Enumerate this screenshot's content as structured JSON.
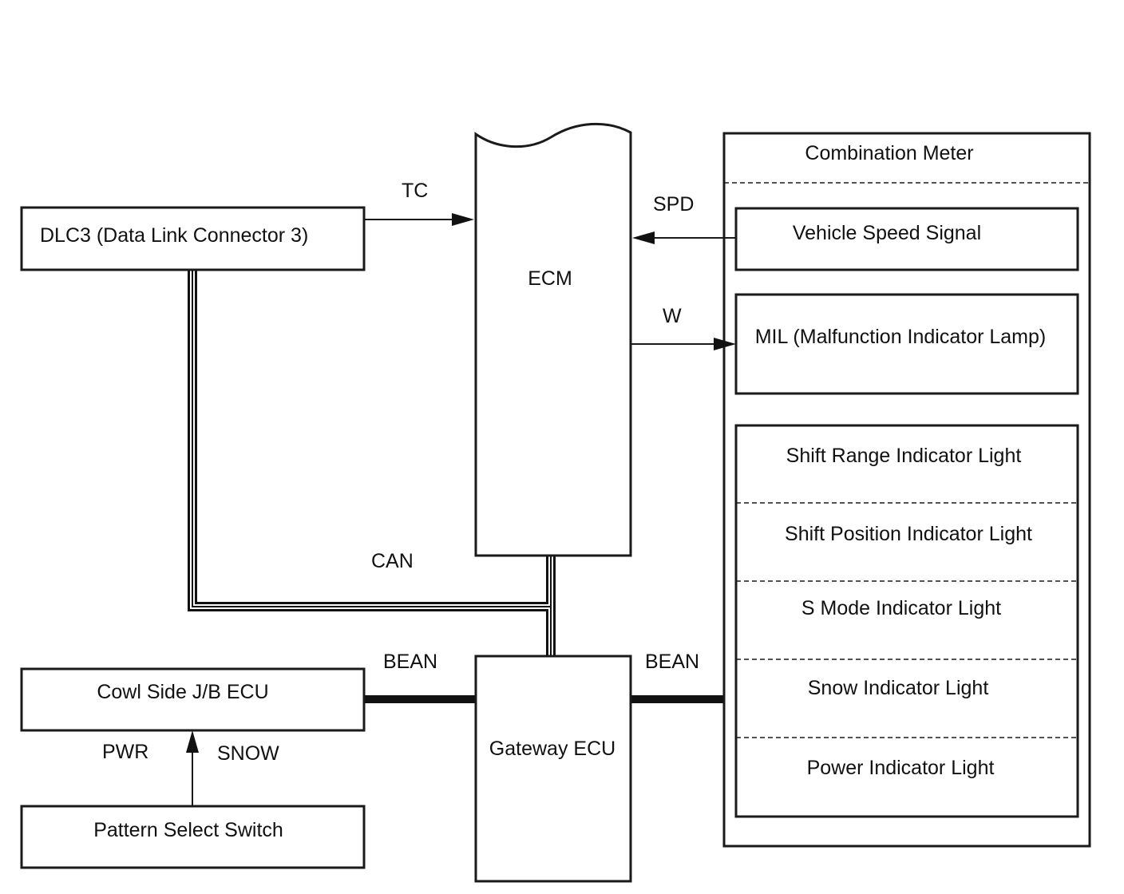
{
  "blocks": {
    "dlc3": "DLC3 (Data Link Connector 3)",
    "ecm": "ECM",
    "combination_meter": "Combination Meter",
    "vehicle_speed_signal": "Vehicle Speed Signal",
    "mil": "MIL (Malfunction Indicator Lamp)",
    "cowl_side_jb_ecu": "Cowl Side J/B ECU",
    "gateway_ecu": "Gateway ECU",
    "pattern_select_switch": "Pattern Select Switch"
  },
  "indicator_lights": [
    "Shift Range Indicator Light",
    "Shift Position Indicator Light",
    "S Mode Indicator Light",
    "Snow Indicator Light",
    "Power Indicator Light"
  ],
  "signals": {
    "tc": "TC",
    "spd": "SPD",
    "w": "W",
    "can": "CAN",
    "bean_left": "BEAN",
    "bean_right": "BEAN",
    "pwr": "PWR",
    "snow": "SNOW"
  }
}
